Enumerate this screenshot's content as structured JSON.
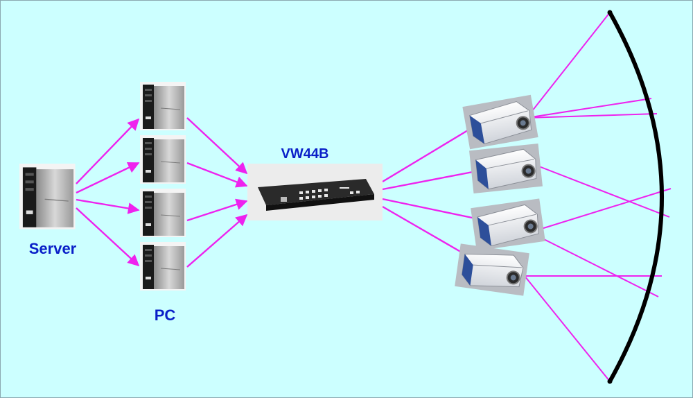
{
  "labels": {
    "server": "Server",
    "pc": "PC",
    "switcher": "VW44B"
  },
  "colors": {
    "background": "#ccffff",
    "connector": "#ee22ee",
    "label": "#0a1fc8",
    "screen": "#000000"
  },
  "icons": {
    "server": "server-tower-icon",
    "pc": "pc-tower-icon",
    "switcher": "video-wall-controller-icon",
    "projector": "projector-icon",
    "screen": "curved-screen-icon"
  }
}
